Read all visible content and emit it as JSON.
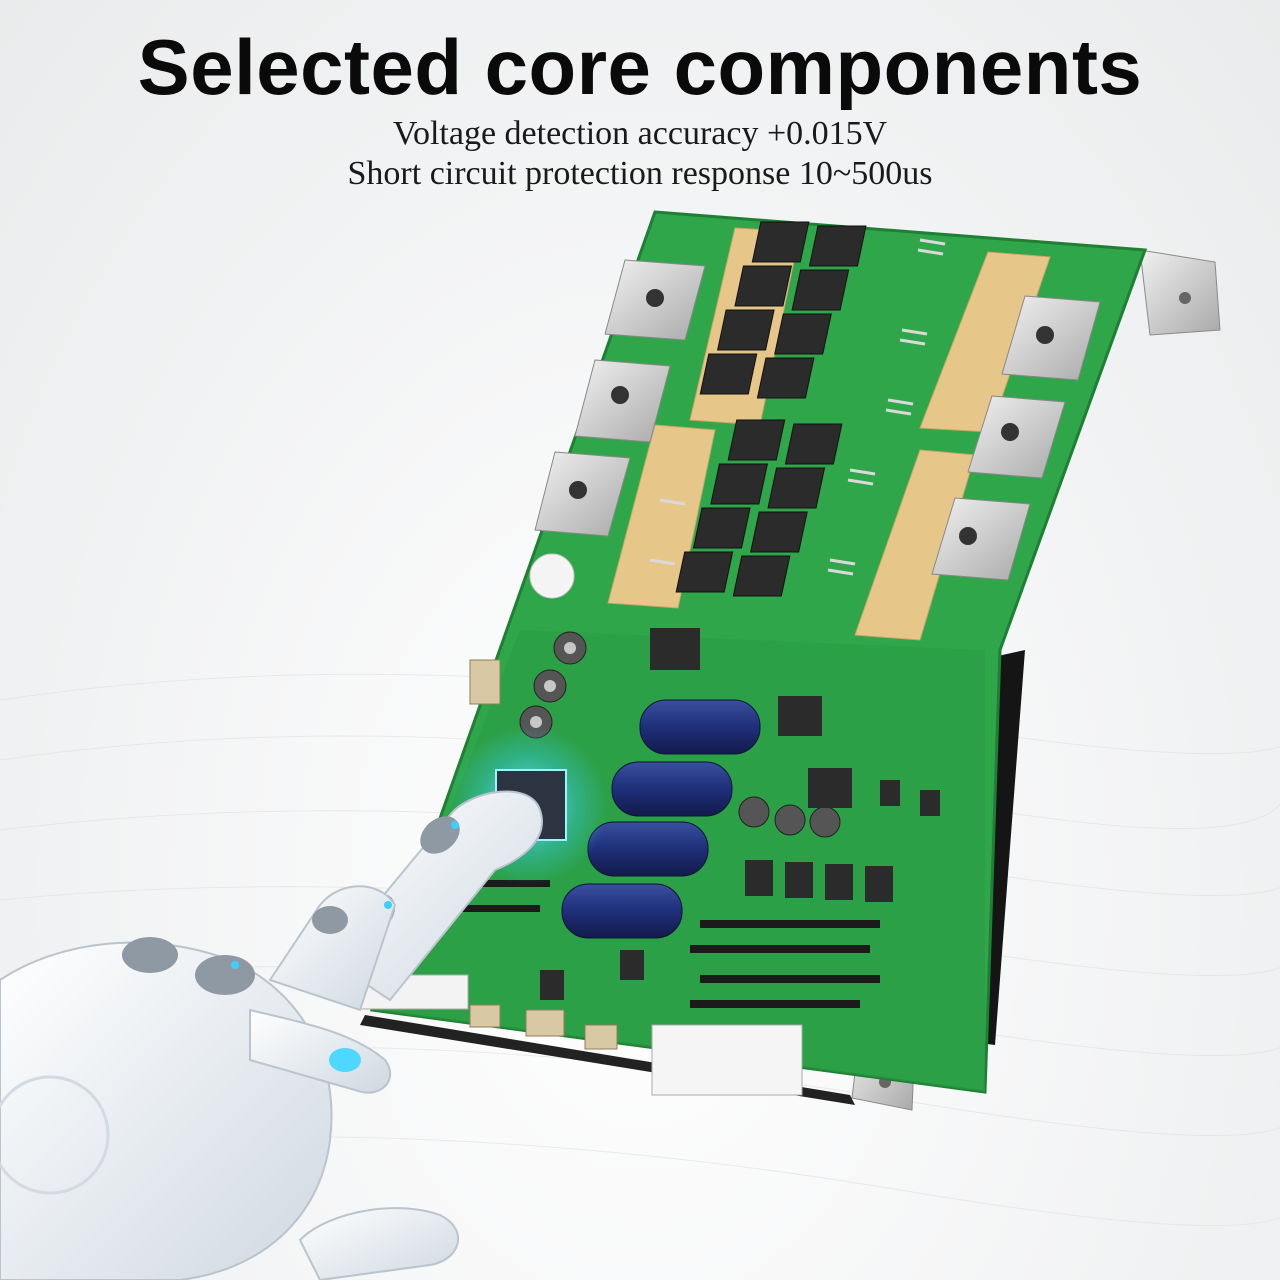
{
  "heading": {
    "title": "Selected core components",
    "line1": "Voltage detection accuracy +0.015V",
    "line2": "Short circuit protection response 10~500us"
  },
  "colors": {
    "pcb": "#2fa64a",
    "pcb_dark": "#1f7f34",
    "copper_pad": "#e7c68a",
    "mosfet": "#2b2b2b",
    "capacitor": "#1f2f7a",
    "terminal": "#c9c9c9",
    "robot_hand": "#e9eef3",
    "accent_glow": "#3ad0ff"
  },
  "icons": {
    "hand": "robot-hand-icon",
    "chip": "glowing-chip-icon"
  }
}
